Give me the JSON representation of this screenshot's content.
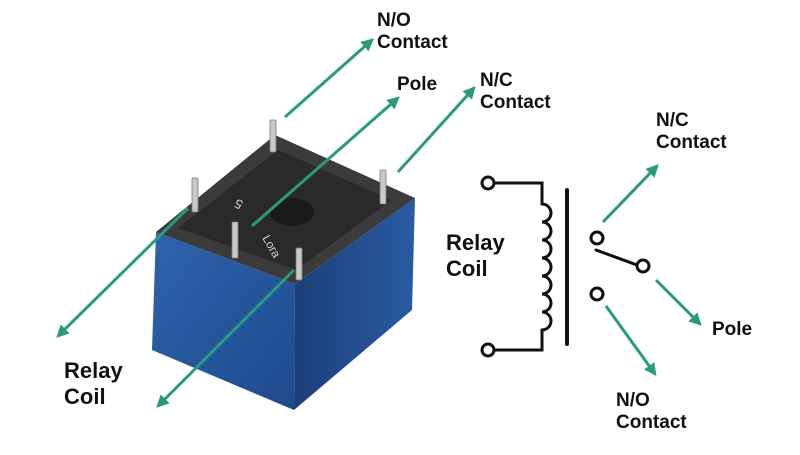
{
  "colors": {
    "arrow": "#2a9a7c",
    "relay_body": "#24549a",
    "relay_body_dark": "#163a70",
    "relay_top": "#3a3a3a",
    "symbol_line": "#111111"
  },
  "photo_labels": {
    "no_contact": [
      "N/O",
      "Contact"
    ],
    "pole": [
      "Pole"
    ],
    "nc_contact": [
      "N/C",
      "Contact"
    ],
    "relay_coil": [
      "Relay",
      "Coil"
    ]
  },
  "schematic_labels": {
    "relay_coil": [
      "Relay",
      "Coil"
    ],
    "nc_contact": [
      "N/C",
      "Contact"
    ],
    "pole": [
      "Pole"
    ],
    "no_contact": [
      "N/O",
      "Contact"
    ]
  },
  "relay_top_text": [
    "5",
    "Lora"
  ]
}
